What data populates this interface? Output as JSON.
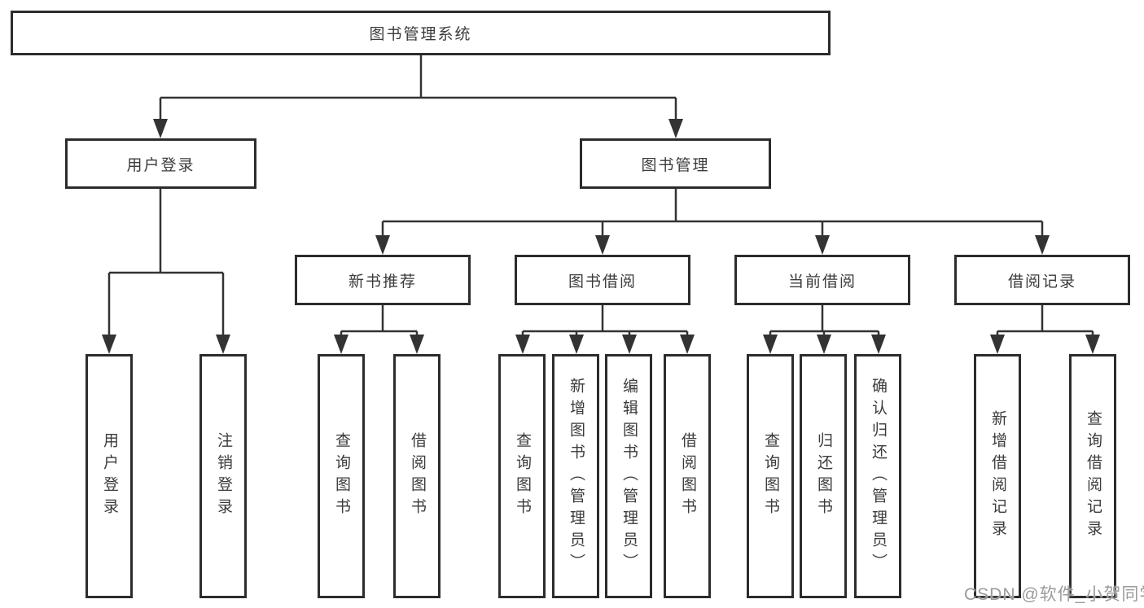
{
  "colors": {
    "line": "#333333",
    "box_border": "#2c2c2c",
    "box_text": "#3b3b3b",
    "background": "#ffffff",
    "watermark_text": "#9b9b9b"
  },
  "diagram": {
    "root": {
      "label": "图书管理系统"
    },
    "login": {
      "label": "用户登录",
      "children": [
        {
          "label": "用户登录"
        },
        {
          "label": "注销登录"
        }
      ]
    },
    "management": {
      "label": "图书管理",
      "sections": [
        {
          "label": "新书推荐",
          "children": [
            {
              "label": "查询图书"
            },
            {
              "label": "借阅图书"
            }
          ]
        },
        {
          "label": "图书借阅",
          "children": [
            {
              "label": "查询图书"
            },
            {
              "label": "新增图书（管理员）"
            },
            {
              "label": "编辑图书（管理员）"
            },
            {
              "label": "借阅图书"
            }
          ]
        },
        {
          "label": "当前借阅",
          "children": [
            {
              "label": "查询图书"
            },
            {
              "label": "归还图书"
            },
            {
              "label": "确认归还（管理员）"
            }
          ]
        },
        {
          "label": "借阅记录",
          "children": [
            {
              "label": "新增借阅记录"
            },
            {
              "label": "查询借阅记录"
            }
          ]
        }
      ]
    }
  },
  "watermark": "CSDN @软件_小贺同学"
}
